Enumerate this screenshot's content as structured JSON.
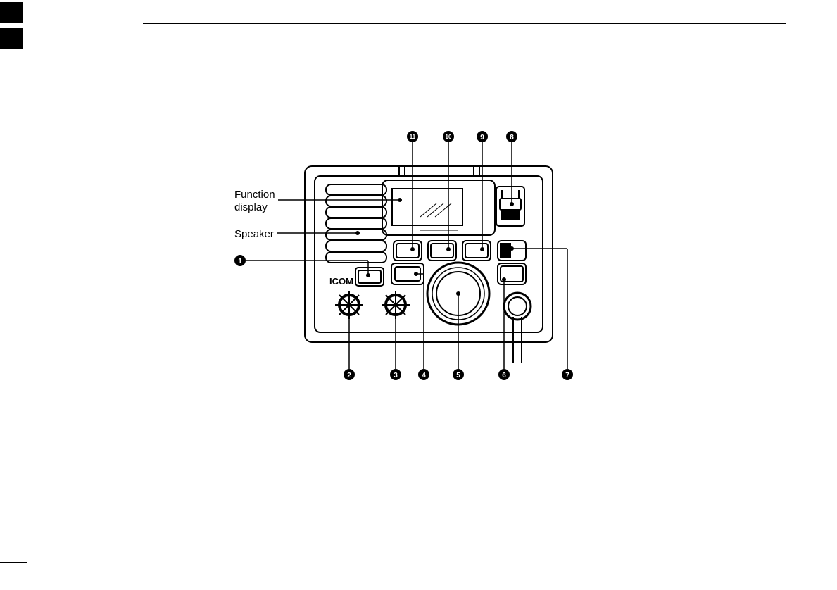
{
  "labels": {
    "function_display_line1": "Function",
    "function_display_line2": "display",
    "speaker": "Speaker"
  },
  "callouts": [
    "1",
    "2",
    "3",
    "4",
    "5",
    "6",
    "7",
    "8",
    "9",
    "10",
    "11"
  ],
  "brand": "ICOM",
  "colors": {
    "ink": "#000000",
    "paper": "#ffffff"
  }
}
